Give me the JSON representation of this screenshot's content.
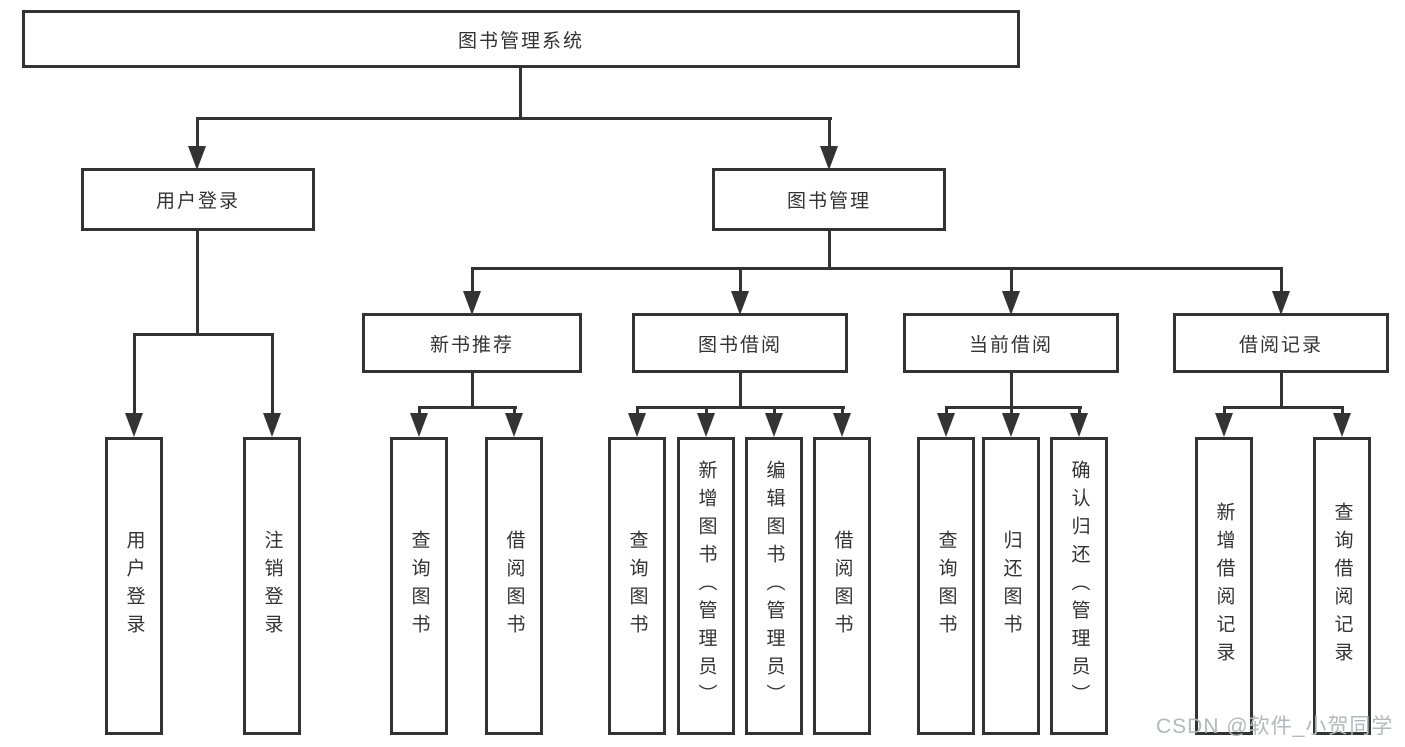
{
  "tree": {
    "root": "图书管理系统",
    "user_branch": {
      "label": "用户登录",
      "children": [
        "用户登录",
        "注销登录"
      ]
    },
    "book_branch": {
      "label": "图书管理",
      "groups": [
        {
          "label": "新书推荐",
          "children": [
            "查询图书",
            "借阅图书"
          ]
        },
        {
          "label": "图书借阅",
          "children": [
            "查询图书",
            "新增图书（管理员）",
            "编辑图书（管理员）",
            "借阅图书"
          ]
        },
        {
          "label": "当前借阅",
          "children": [
            "查询图书",
            "归还图书",
            "确认归还（管理员）"
          ]
        },
        {
          "label": "借阅记录",
          "children": [
            "新增借阅记录",
            "查询借阅记录"
          ]
        }
      ]
    }
  },
  "watermark": "CSDN @软件_小贺同学",
  "colors": {
    "line": "#333333",
    "text": "#333333",
    "box_background": "#ffffff",
    "page_background": "#ffffff",
    "watermark": "#b4b7bb"
  }
}
